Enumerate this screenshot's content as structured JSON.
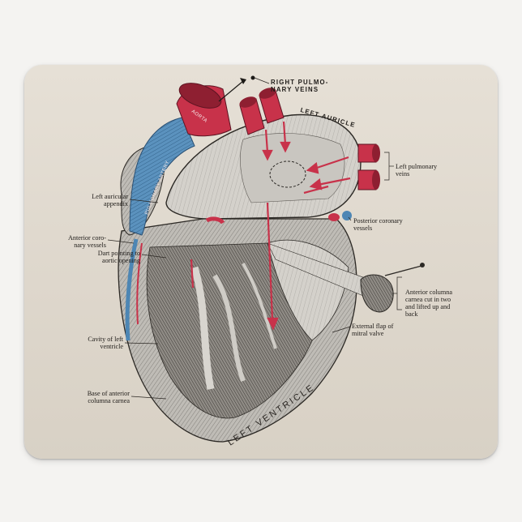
{
  "labels": {
    "right_pulmonary_veins": "RIGHT PULMO-\nNARY VEINS",
    "left_auricle": "LEFT AURICLE",
    "left_pulmonary_veins": "Left pulmonary\nveins",
    "left_auricular_appendix": "Left auricular\nappendix",
    "posterior_coronary_vessels": "Posterior coronary\nvessels",
    "anterior_coronary_vessels": "Anterior coro-\nnary vessels",
    "dart_aortic_opening": "Dart pointing to\naortic opening",
    "anterior_columna_carnea_cut": "Anterior columna\ncarnea cut in two\nand lifted up and\nback",
    "cavity_left_ventricle": "Cavity of left\nventricle",
    "external_flap_mitral_valve": "External flap of\nmitral valve",
    "base_anterior_columna_carnea": "Base of anterior\ncolumna carnea",
    "aorta": "AORTA",
    "pulmonary_artery": "PULMONARY ARTERY",
    "left_ventricle": "LEFT VENTRICLE"
  },
  "colors": {
    "artery_red": "#c8324a",
    "vein_blue": "#4d86b4",
    "tissue_gray": "#b9b6b0",
    "pad_background": "#e3ddd3"
  }
}
